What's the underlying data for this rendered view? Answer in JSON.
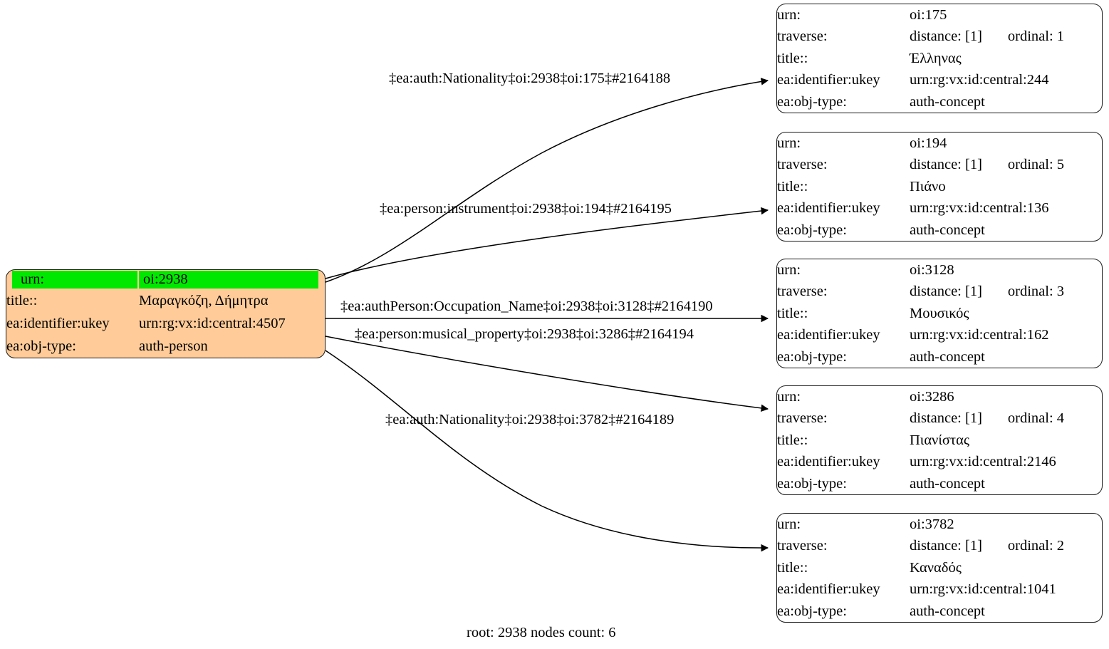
{
  "graph": {
    "footer": "root: 2938 nodes count: 6",
    "colors": {
      "root_fill": "#ffcc99",
      "highlight": "#00e800",
      "node_fill": "#ffffff",
      "border": "#1a1a1a",
      "edge": "#000000",
      "background": "#ffffff"
    },
    "field_labels": {
      "urn": "urn:",
      "traverse": "traverse:",
      "title": "title::",
      "ukey": "ea:identifier:ukey",
      "objtype": "ea:obj-type:"
    },
    "root_node": {
      "urn": "oi:2938",
      "title": "Μαραγκόζη, Δήμητρα",
      "ukey": "urn:rg:vx:id:central:4507",
      "objtype": "auth-person"
    },
    "nodes": [
      {
        "urn": "oi:175",
        "distance": "distance: [1]",
        "ordinal": "ordinal: 1",
        "title": "Έλληνας",
        "ukey": "urn:rg:vx:id:central:244",
        "objtype": "auth-concept"
      },
      {
        "urn": "oi:194",
        "distance": "distance: [1]",
        "ordinal": "ordinal: 5",
        "title": "Πιάνο",
        "ukey": "urn:rg:vx:id:central:136",
        "objtype": "auth-concept"
      },
      {
        "urn": "oi:3128",
        "distance": "distance: [1]",
        "ordinal": "ordinal: 3",
        "title": "Μουσικός",
        "ukey": "urn:rg:vx:id:central:162",
        "objtype": "auth-concept"
      },
      {
        "urn": "oi:3286",
        "distance": "distance: [1]",
        "ordinal": "ordinal: 4",
        "title": "Πιανίστας",
        "ukey": "urn:rg:vx:id:central:2146",
        "objtype": "auth-concept"
      },
      {
        "urn": "oi:3782",
        "distance": "distance: [1]",
        "ordinal": "ordinal: 2",
        "title": "Καναδός",
        "ukey": "urn:rg:vx:id:central:1041",
        "objtype": "auth-concept"
      }
    ],
    "edges": [
      {
        "label": "‡ea:auth:Nationality‡oi:2938‡oi:175‡#2164188"
      },
      {
        "label": "‡ea:person:instrument‡oi:2938‡oi:194‡#2164195"
      },
      {
        "label": "‡ea:authPerson:Occupation_Name‡oi:2938‡oi:3128‡#2164190"
      },
      {
        "label": "‡ea:person:musical_property‡oi:2938‡oi:3286‡#2164194"
      },
      {
        "label": "‡ea:auth:Nationality‡oi:2938‡oi:3782‡#2164189"
      }
    ]
  }
}
